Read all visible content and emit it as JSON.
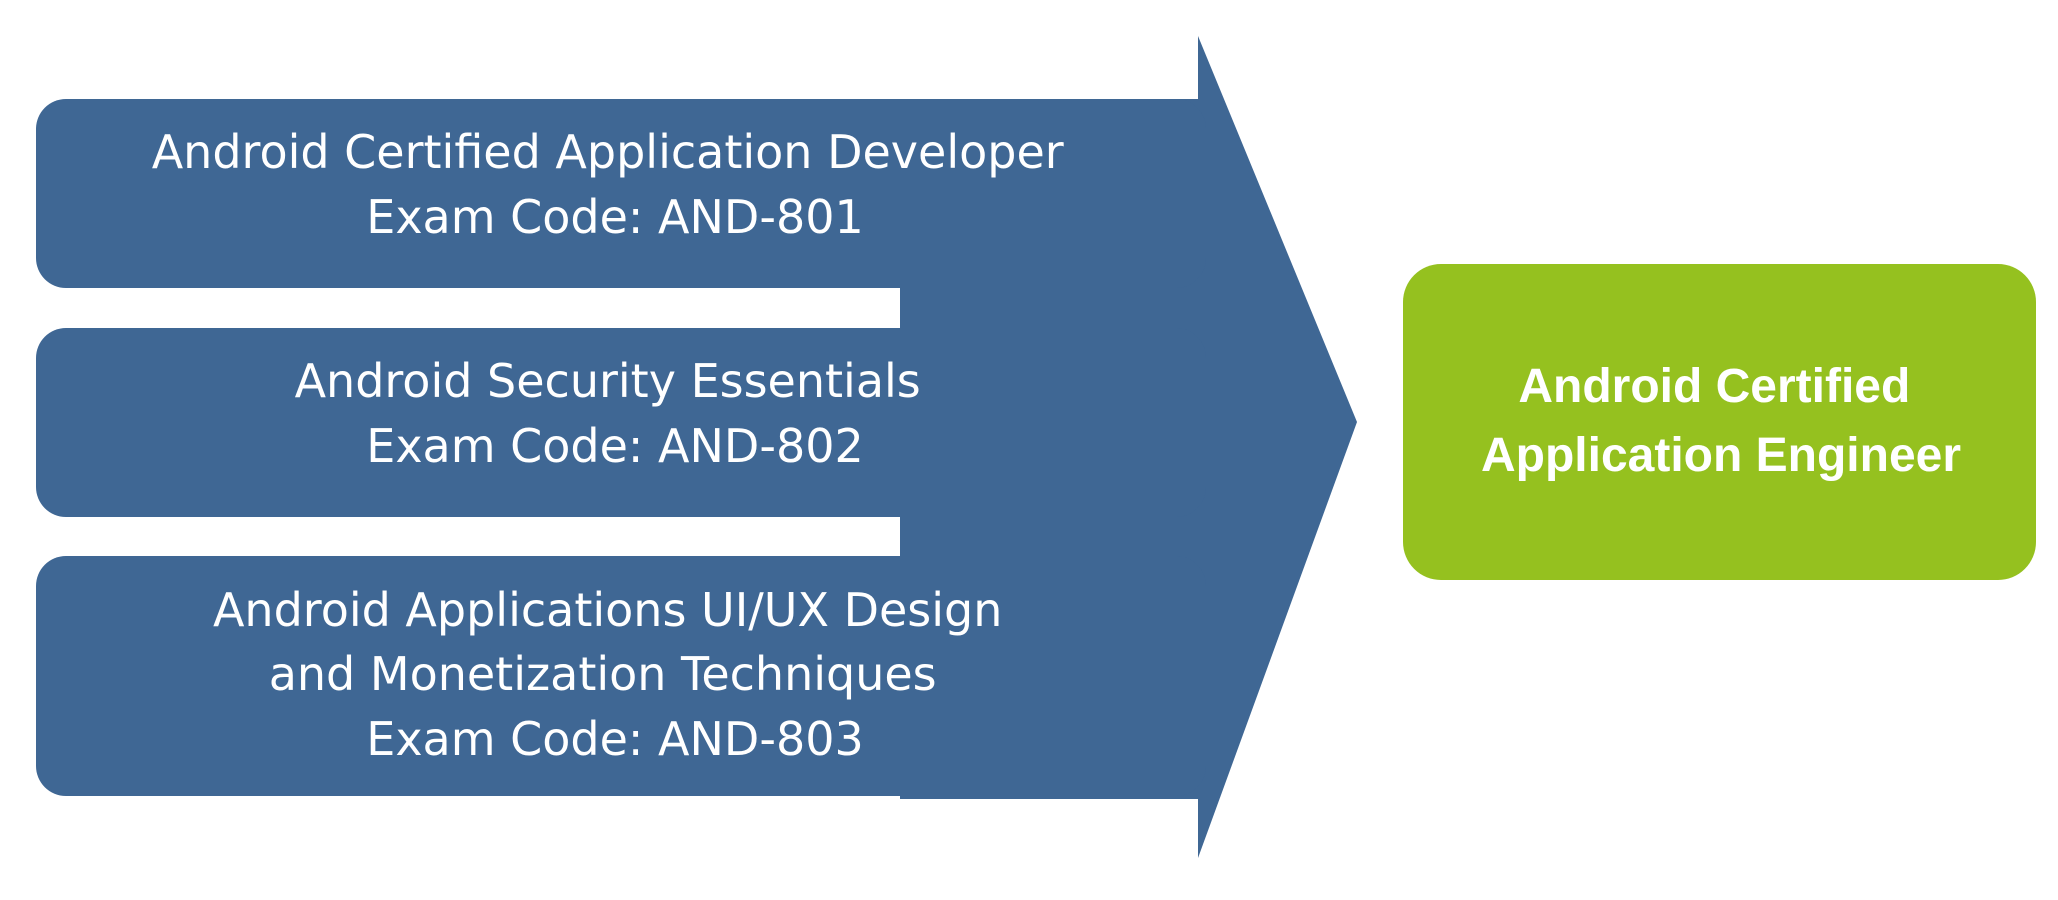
{
  "colors": {
    "exam_box_fill": "#3f6794",
    "result_box_fill": "#95c11f",
    "text": "#ffffff",
    "background": "#ffffff"
  },
  "exams": [
    {
      "title_lines": [
        "Android Certified Application Developer"
      ],
      "code_line": "Exam Code: AND-801"
    },
    {
      "title_lines": [
        "Android Security Essentials"
      ],
      "code_line": "Exam Code: AND-802"
    },
    {
      "title_lines": [
        "Android Applications UI/UX Design",
        "and Monetization Techniques"
      ],
      "code_line": "Exam Code: AND-803"
    }
  ],
  "result": {
    "lines": [
      "Android Certified",
      "Application Engineer"
    ]
  }
}
